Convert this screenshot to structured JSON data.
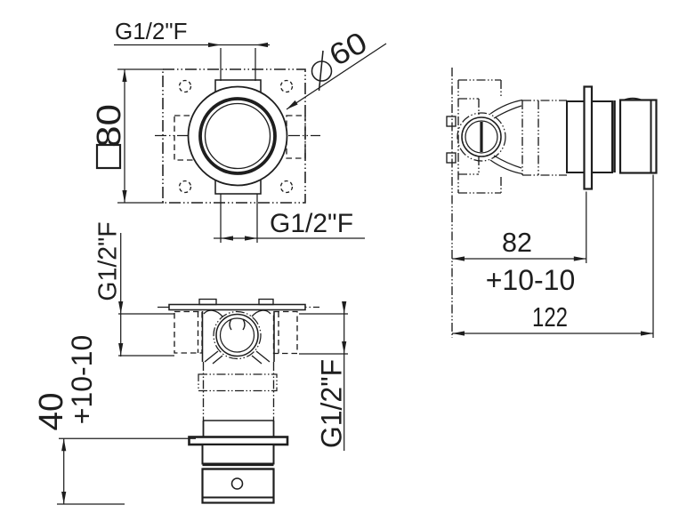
{
  "colors": {
    "background": "#ffffff",
    "line": "#1e1e1e"
  },
  "symbols": {
    "plate_size_prefix": "square-symbol",
    "diameter_prefix": "diameter-symbol"
  },
  "views": {
    "front": {
      "top_thread_label": "G1/2\"F",
      "plate_size_label": "80",
      "diameter_label": "60",
      "bottom_thread_label": "G1/2\"F"
    },
    "side": {
      "depth_label": "82",
      "depth_tolerance_label": "+10-10",
      "total_depth_label": "122"
    },
    "top": {
      "left_thread_label": "G1/2\"F",
      "tolerance_label": "+10-10",
      "handle_depth_label": "40",
      "right_thread_label": "G1/2\"F"
    }
  }
}
